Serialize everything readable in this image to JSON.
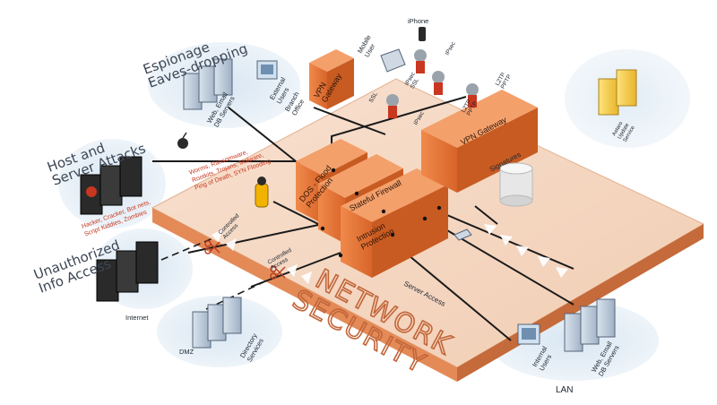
{
  "threats": {
    "espionage": [
      "Espionage",
      "Eaves-dropping"
    ],
    "host_attacks": [
      "Host and",
      "Server Attacks"
    ],
    "unauthorized": [
      "Unauthorized",
      "Info Access"
    ],
    "malware": [
      "Worms, Ransomware,",
      "Rootkits, Trojans, Malware,",
      "Ping of Death, SYN Flooding"
    ],
    "attackers": [
      "Hacker, Cracker, Bot nets,",
      "Script Kiddies, Zombies"
    ]
  },
  "nodes": {
    "web_email_top": [
      "Web, Email",
      "DB Servers"
    ],
    "external_users": [
      "External",
      "Users"
    ],
    "branch_office": [
      "Branch",
      "Office"
    ],
    "mobile_user": [
      "Mobile",
      "User"
    ],
    "iphone": "iPhone",
    "internet": "Internet",
    "dmz": "DMZ",
    "directory": [
      "Directory",
      "Services"
    ],
    "internal_users": [
      "Internal",
      "Users"
    ],
    "web_email_lan": [
      "Web, Email",
      "DB Servers"
    ],
    "lan": "LAN",
    "update_service": [
      "Astaro",
      "Update",
      "Service"
    ]
  },
  "security": {
    "vpn_gateway_small": [
      "VPN",
      "Gateway"
    ],
    "vpn_gateway_large": "VPN Gateway",
    "dos": [
      "DOS - Flood",
      "Protection"
    ],
    "firewall": "Stateful Firewall",
    "intrusion": [
      "Intrusion",
      "Protection"
    ],
    "signatures": "Signatures",
    "controlled_access_1": [
      "Controlled",
      "Access"
    ],
    "controlled_access_2": [
      "Controlled",
      "Access"
    ],
    "server_access": "Server Access",
    "network_security": [
      "NETWORK",
      "SECURITY"
    ]
  },
  "protocols": {
    "ipsec_top": "IPsec",
    "l2tp_top": [
      "L2TP",
      "PPTP"
    ],
    "ipsec_ssl": [
      "IPsec",
      "SSL"
    ],
    "l2tp_mid": [
      "L2TP",
      "PPTP"
    ],
    "ssl": "SSL",
    "ipsec_low": "IPsec"
  }
}
